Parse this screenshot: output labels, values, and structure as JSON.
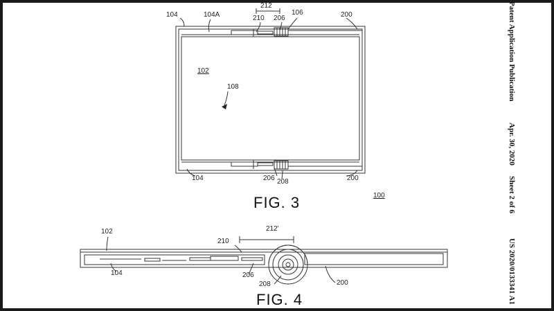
{
  "header": {
    "publication": "Patent Application Publication",
    "date": "Apr. 30, 2020",
    "sheet": "Sheet 2 of 6",
    "number": "US 2020/0133341 A1"
  },
  "figure3": {
    "caption": "FIG. 3",
    "labels": {
      "l104_top": "104",
      "l104a": "104A",
      "l212": "212",
      "l210": "210",
      "l206_top": "206",
      "l106": "106",
      "l200_top": "200",
      "l102": "102",
      "l108": "108",
      "l104_bottom": "104",
      "l206_bottom": "206",
      "l208": "208",
      "l200_bottom": "200",
      "l100": "100"
    }
  },
  "figure4": {
    "caption": "FIG. 4",
    "labels": {
      "l102": "102",
      "l212p": "212'",
      "l210": "210",
      "l104": "104",
      "l206": "206",
      "l208": "208",
      "l200": "200"
    }
  }
}
